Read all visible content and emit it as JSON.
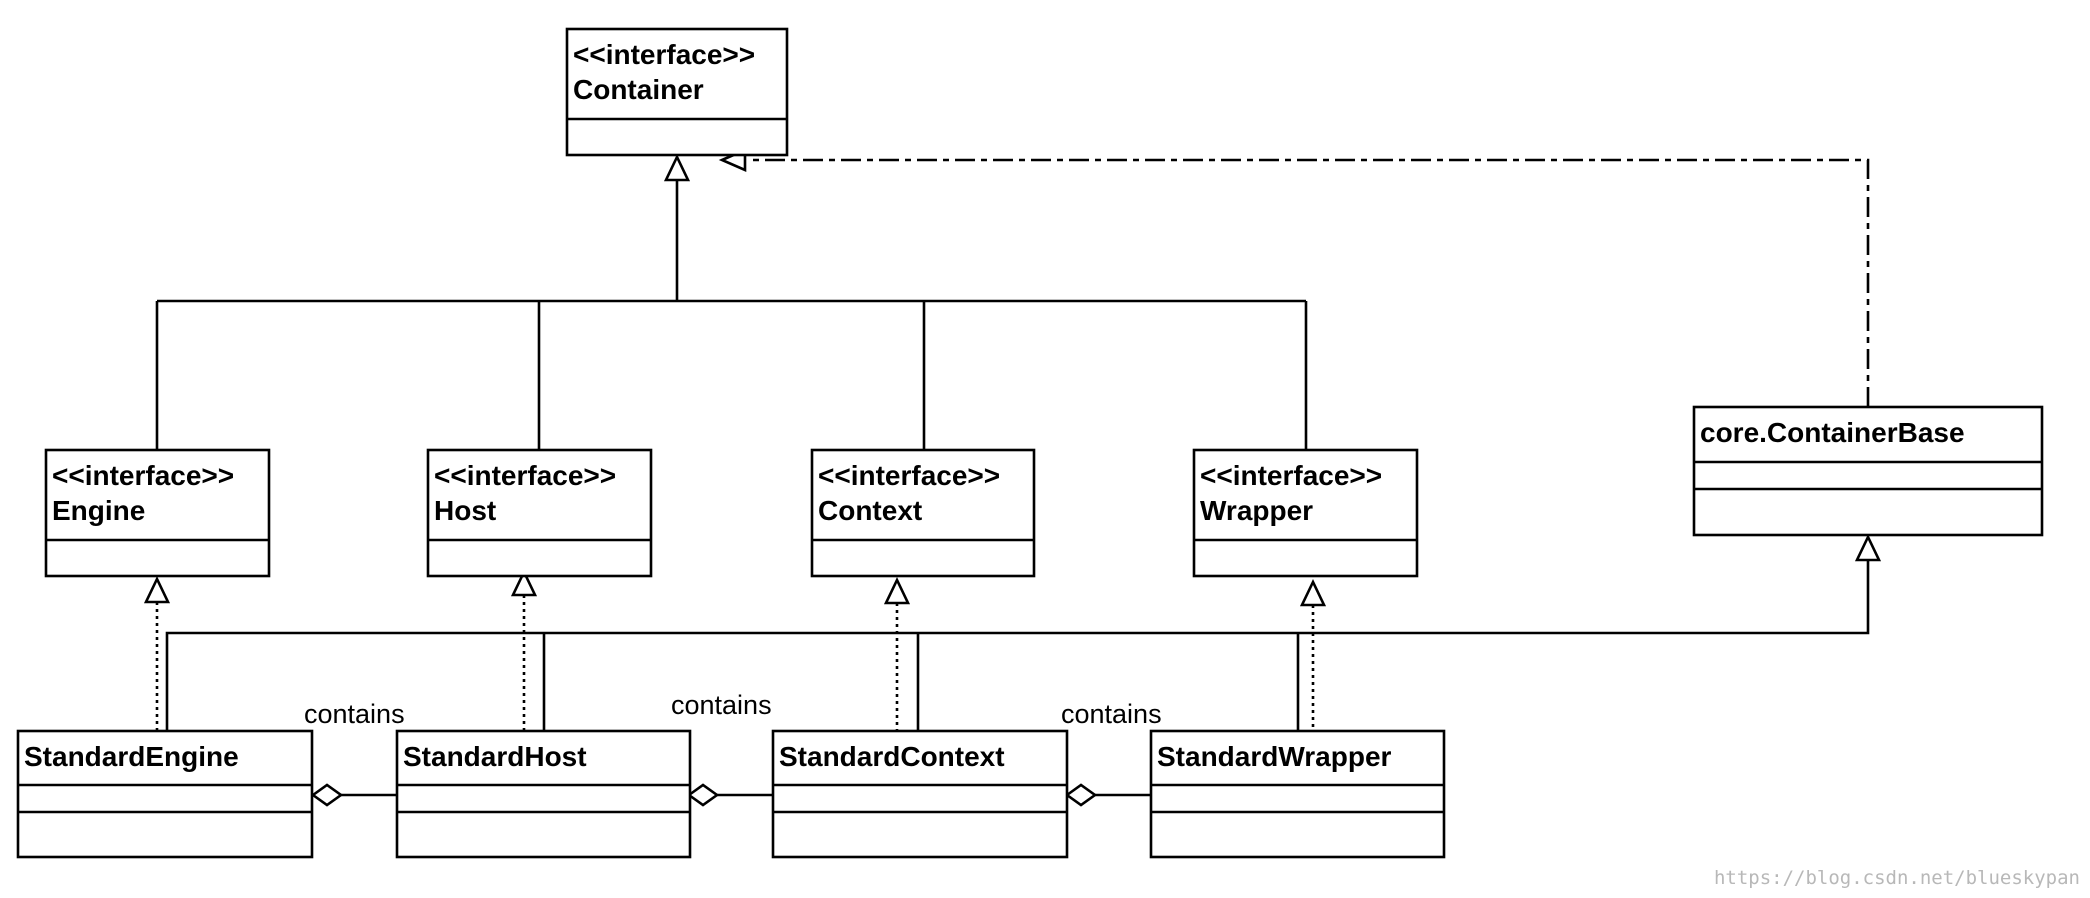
{
  "classes": {
    "container": {
      "stereotype": "<<interface>>",
      "name": "Container"
    },
    "engine": {
      "stereotype": "<<interface>>",
      "name": "Engine"
    },
    "host": {
      "stereotype": "<<interface>>",
      "name": "Host"
    },
    "context": {
      "stereotype": "<<interface>>",
      "name": "Context"
    },
    "wrapper": {
      "stereotype": "<<interface>>",
      "name": "Wrapper"
    },
    "containerbase": {
      "name": "core.ContainerBase"
    },
    "standardengine": {
      "name": "StandardEngine"
    },
    "standardhost": {
      "name": "StandardHost"
    },
    "standardcontext": {
      "name": "StandardContext"
    },
    "standardwrapper": {
      "name": "StandardWrapper"
    }
  },
  "associations": {
    "engine_host": "contains",
    "host_context": "contains",
    "context_wrapper": "contains"
  },
  "watermark": "https://blog.csdn.net/blueskypan",
  "colors": {
    "line": "#000000",
    "background": "#ffffff",
    "watermark": "#b8b8b8"
  }
}
